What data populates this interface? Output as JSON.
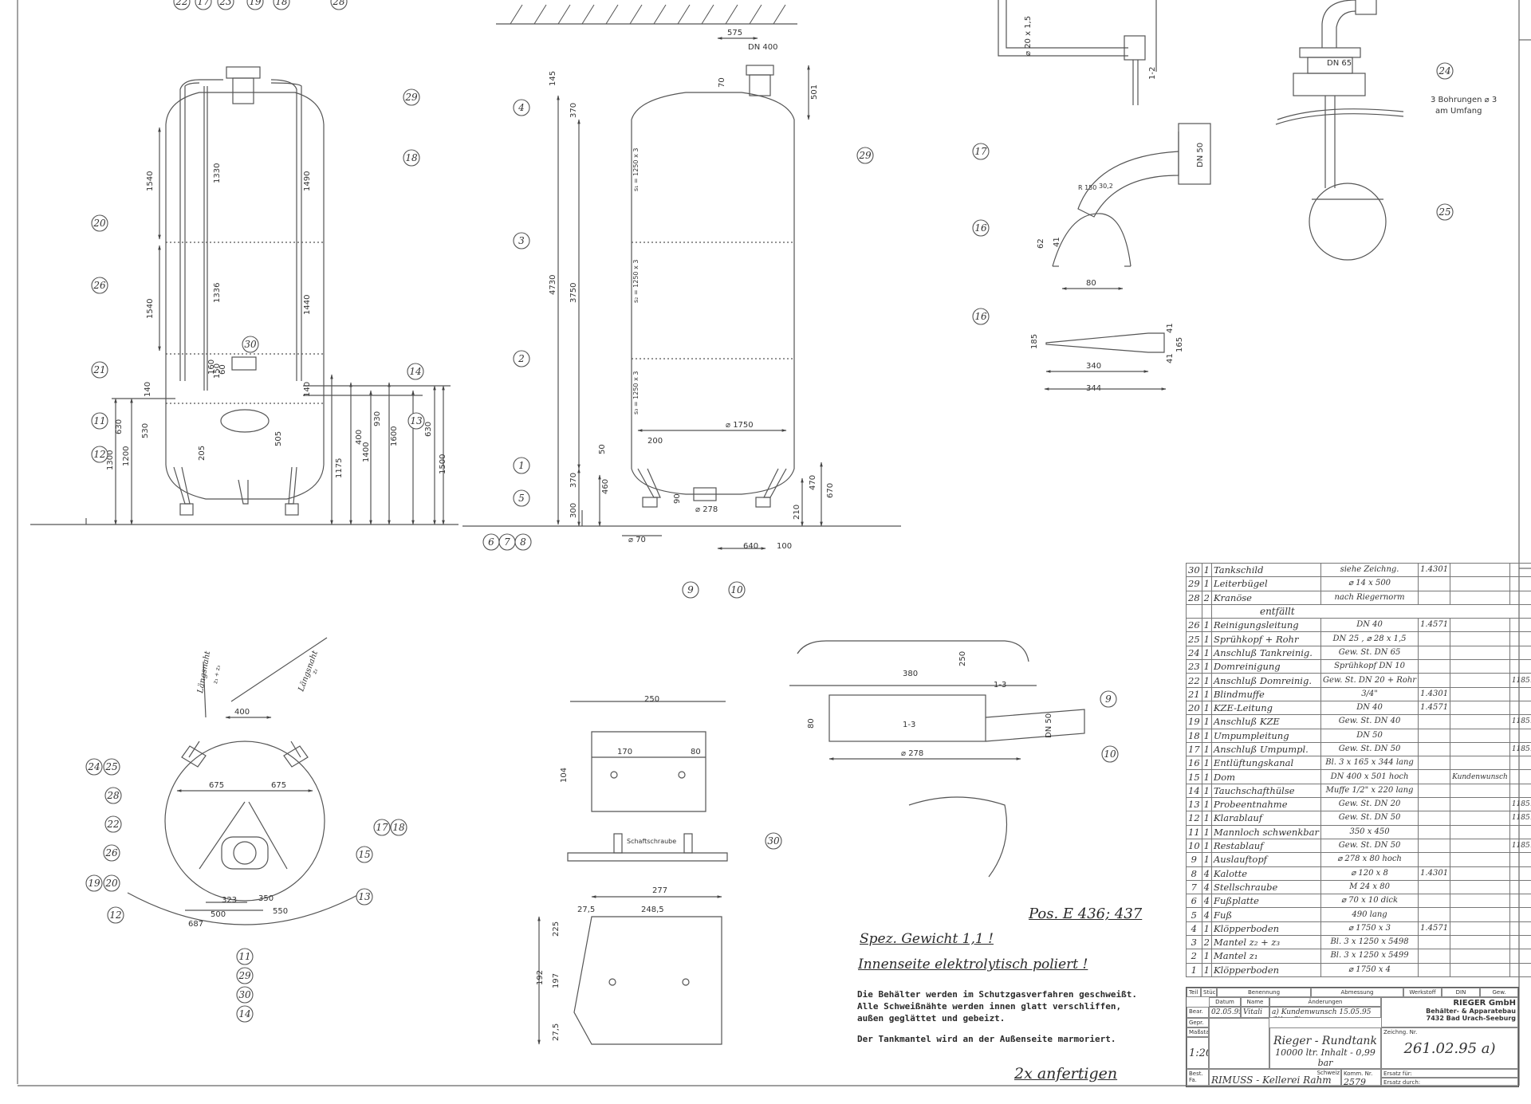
{
  "drawing": {
    "balloons_front": [
      "22",
      "17",
      "23",
      "19",
      "18",
      "28",
      "29",
      "18",
      "20",
      "26",
      "30",
      "14",
      "21",
      "11",
      "12",
      "13"
    ],
    "balloons_side": [
      "4",
      "3",
      "2",
      "1",
      "5",
      "6",
      "7",
      "8",
      "9",
      "10",
      "29"
    ],
    "balloons_details": [
      "17",
      "16",
      "16",
      "24",
      "25"
    ],
    "balloons_plan": [
      "24",
      "25",
      "28",
      "22",
      "26",
      "19",
      "20",
      "12",
      "17",
      "18",
      "15",
      "13",
      "11",
      "29",
      "30",
      "14"
    ],
    "balloons_small": [
      "9",
      "10",
      "30"
    ],
    "dims_front": [
      "1540",
      "1330",
      "1540",
      "1336",
      "1440",
      "1490",
      "1300",
      "1200",
      "630",
      "530",
      "1400",
      "1175",
      "930",
      "1600",
      "630",
      "1500",
      "505",
      "205",
      "400",
      "150",
      "160",
      "140",
      "140",
      "60"
    ],
    "dims_side": [
      "145",
      "370",
      "3750",
      "4730",
      "575",
      "DN 400",
      "501",
      "70",
      "370",
      "300",
      "460",
      "50",
      "200",
      "210",
      "90",
      "470",
      "670",
      "640",
      "100",
      "⌀ 1750",
      "⌀ 70",
      "⌀ 278",
      "s₁ = 1250 x 3",
      "s₂ = 1250 x 3",
      "s₃ = 1250 x 3"
    ],
    "dims_details": [
      "DN 50",
      "80",
      "62",
      "41",
      "R 150",
      "30,2",
      "340",
      "344",
      "165",
      "41",
      "185",
      "41",
      "DN 65",
      "3 Bohrungen ⌀ 3",
      "am Umfang",
      "⌀ 20 x 1,5",
      "1-2"
    ],
    "dims_plan": [
      "Längsnaht",
      "z₁ + z₃",
      "Längsnaht",
      "z₂",
      "400",
      "675",
      "675",
      "323",
      "350",
      "500",
      "550",
      "687"
    ],
    "dims_small": [
      "250",
      "170",
      "80",
      "104",
      "Schaftschraube",
      "277",
      "248,5",
      "27,5",
      "225",
      "192",
      "197",
      "27,5",
      "380",
      "250",
      "1-3",
      "1-3",
      "80",
      "⌀ 278",
      "DN 50"
    ]
  },
  "notes": {
    "pos": "Pos. E 436; 437",
    "spez": "Spez. Gewicht 1,1 !",
    "innen": "Innenseite elektrolytisch poliert !",
    "weld1": "Die Behälter werden im Schutzgasverfahren geschweißt.",
    "weld2": "Alle Schweißnähte werden innen glatt verschliffen,",
    "weld3": "außen geglättet und gebeizt.",
    "mantel": "Der Tankmantel wird an der Außenseite marmoriert.",
    "copies": "2x anfertigen"
  },
  "parts": [
    {
      "no": "30",
      "qty": "1",
      "name": "Tankschild",
      "spec": "siehe Zeichng.",
      "mat": "1.4301",
      "x": "",
      "y": ""
    },
    {
      "no": "29",
      "qty": "1",
      "name": "Leiterbügel",
      "spec": "⌀ 14 x 500",
      "mat": "",
      "x": "",
      "y": ""
    },
    {
      "no": "28",
      "qty": "2",
      "name": "Kranöse",
      "spec": "nach Riegernorm",
      "mat": "",
      "x": "",
      "y": ""
    },
    {
      "no": "",
      "qty": "",
      "name": "",
      "spec": "",
      "mat": "",
      "x": "",
      "y": "",
      "span": "entfällt"
    },
    {
      "no": "26",
      "qty": "1",
      "name": "Reinigungsleitung",
      "spec": "DN 40",
      "mat": "1.4571",
      "x": "",
      "y": ""
    },
    {
      "no": "25",
      "qty": "1",
      "name": "Sprühkopf + Rohr",
      "spec": "DN 25 , ⌀ 28 x 1,5",
      "mat": "",
      "x": "",
      "y": ""
    },
    {
      "no": "24",
      "qty": "1",
      "name": "Anschluß Tankreinig.",
      "spec": "Gew. St. DN 65",
      "mat": "",
      "x": "",
      "y": ""
    },
    {
      "no": "23",
      "qty": "1",
      "name": "Domreinigung",
      "spec": "Sprühkopf DN 10",
      "mat": "",
      "x": "",
      "y": ""
    },
    {
      "no": "22",
      "qty": "1",
      "name": "Anschluß Domreinig.",
      "spec": "Gew. St. DN 20 + Rohr",
      "mat": "",
      "x": "",
      "y": "11851"
    },
    {
      "no": "21",
      "qty": "1",
      "name": "Blindmuffe",
      "spec": "3/4\"",
      "mat": "1.4301",
      "x": "",
      "y": ""
    },
    {
      "no": "20",
      "qty": "1",
      "name": "KZE-Leitung",
      "spec": "DN 40",
      "mat": "1.4571",
      "x": "",
      "y": ""
    },
    {
      "no": "19",
      "qty": "1",
      "name": "Anschluß KZE",
      "spec": "Gew. St. DN 40",
      "mat": "",
      "x": "",
      "y": "11851"
    },
    {
      "no": "18",
      "qty": "1",
      "name": "Umpumpleitung",
      "spec": "DN 50",
      "mat": "",
      "x": "",
      "y": ""
    },
    {
      "no": "17",
      "qty": "1",
      "name": "Anschluß Umpumpl.",
      "spec": "Gew. St. DN 50",
      "mat": "",
      "x": "",
      "y": "11851"
    },
    {
      "no": "16",
      "qty": "1",
      "name": "Entlüftungskanal",
      "spec": "Bl. 3 x 165 x 344 lang",
      "mat": "",
      "x": "",
      "y": ""
    },
    {
      "no": "15",
      "qty": "1",
      "name": "Dom",
      "spec": "DN 400 x 501 hoch",
      "mat": "",
      "x": "Kundenwunsch",
      "y": ""
    },
    {
      "no": "14",
      "qty": "1",
      "name": "Tauchschafthülse",
      "spec": "Muffe 1/2\" x 220 lang",
      "mat": "",
      "x": "",
      "y": ""
    },
    {
      "no": "13",
      "qty": "1",
      "name": "Probeentnahme",
      "spec": "Gew. St. DN 20",
      "mat": "",
      "x": "",
      "y": "11851"
    },
    {
      "no": "12",
      "qty": "1",
      "name": "Klarablauf",
      "spec": "Gew. St. DN 50",
      "mat": "",
      "x": "",
      "y": "11851"
    },
    {
      "no": "11",
      "qty": "1",
      "name": "Mannloch schwenkbar",
      "spec": "350 x 450",
      "mat": "",
      "x": "",
      "y": ""
    },
    {
      "no": "10",
      "qty": "1",
      "name": "Restablauf",
      "spec": "Gew. St. DN 50",
      "mat": "",
      "x": "",
      "y": "11851"
    },
    {
      "no": "9",
      "qty": "1",
      "name": "Auslauftopf",
      "spec": "⌀ 278 x 80 hoch",
      "mat": "",
      "x": "",
      "y": ""
    },
    {
      "no": "8",
      "qty": "4",
      "name": "Kalotte",
      "spec": "⌀ 120 x 8",
      "mat": "1.4301",
      "x": "",
      "y": ""
    },
    {
      "no": "7",
      "qty": "4",
      "name": "Stellschraube",
      "spec": "M 24 x 80",
      "mat": "",
      "x": "",
      "y": ""
    },
    {
      "no": "6",
      "qty": "4",
      "name": "Fußplatte",
      "spec": "⌀ 70 x 10 dick",
      "mat": "",
      "x": "",
      "y": ""
    },
    {
      "no": "5",
      "qty": "4",
      "name": "Fuß",
      "spec": "490 lang",
      "mat": "",
      "x": "",
      "y": ""
    },
    {
      "no": "4",
      "qty": "1",
      "name": "Klöpperboden",
      "spec": "⌀ 1750 x 3",
      "mat": "1.4571",
      "x": "",
      "y": ""
    },
    {
      "no": "3",
      "qty": "2",
      "name": "Mantel z₂ + z₃",
      "spec": "Bl. 3 x 1250 x 5498",
      "mat": "",
      "x": "",
      "y": ""
    },
    {
      "no": "2",
      "qty": "1",
      "name": "Mantel z₁",
      "spec": "Bl. 3 x 1250 x 5499",
      "mat": "",
      "x": "",
      "y": ""
    },
    {
      "no": "1",
      "qty": "1",
      "name": "Klöpperboden",
      "spec": "⌀ 1750 x 4",
      "mat": "",
      "x": "",
      "y": ""
    }
  ],
  "parts_header": {
    "teil": "Teil",
    "stueck": "Stück",
    "benennung": "Benennung",
    "abmessung": "Abmessung",
    "werkstoff": "Werkstoff",
    "din": "DIN",
    "gew": "Gew."
  },
  "titleblock": {
    "datum_h": "Datum",
    "name_h": "Name",
    "aend_h": "Änderungen",
    "bearb": "Bear.",
    "gepr": "Gepr.",
    "norm": "Norm",
    "massstab_h": "Maßstab",
    "datum": "02.05.95",
    "name": "Vitali",
    "change": "a) Kundenwunsch  15.05.95 (Wun S)",
    "company1": "RIEGER GmbH",
    "company2": "Behälter- & Apparatebau",
    "company3": "7432 Bad Urach-Seeburg",
    "scale": "1:20",
    "title1": "Rieger - Rundtank",
    "title2": "10000 ltr. Inhalt - 0,99 bar",
    "zeichng_h": "Zeichng. Nr.",
    "drawing_no": "261.02.95 a)",
    "customer_h": "Best. Fa.",
    "customer": "RIMUSS - Kellerei Rahm",
    "schweiz": "Schweiz",
    "komm_h": "Komm. Nr.",
    "komm": "2579",
    "ersatz_fuer": "Ersatz für:",
    "ersatz_durch": "Ersatz durch:"
  }
}
